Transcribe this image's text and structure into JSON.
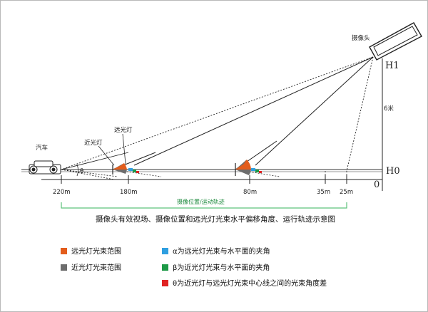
{
  "labels": {
    "camera": "摄像头",
    "high_beam": "远光灯",
    "low_beam": "近光灯",
    "car": "汽车",
    "h1": "H1",
    "h0": "H0",
    "height": "6米",
    "theta_symbol": "θ",
    "zone": "摄像位置/运动轨迹"
  },
  "distance_ticks": [
    "220m",
    "180m",
    "80m",
    "35m",
    "25m",
    "0"
  ],
  "caption": "摄像头有效视场、摄像位置和远光灯光束水平偏移角度、运行轨迹示意图",
  "legend": [
    {
      "color": "#e35d1c",
      "text": "远光灯光束范围"
    },
    {
      "color": "#6d6d6d",
      "text": "近光灯光束范围"
    },
    {
      "color": "#2f9fe0",
      "text": "α为远光灯光束与水平面的夹角"
    },
    {
      "color": "#1e9a47",
      "text": "β为近光灯光束与水平面的夹角"
    },
    {
      "color": "#e02323",
      "text": "θ为近光灯与远光灯光束中心线之间的光束角度差"
    }
  ]
}
